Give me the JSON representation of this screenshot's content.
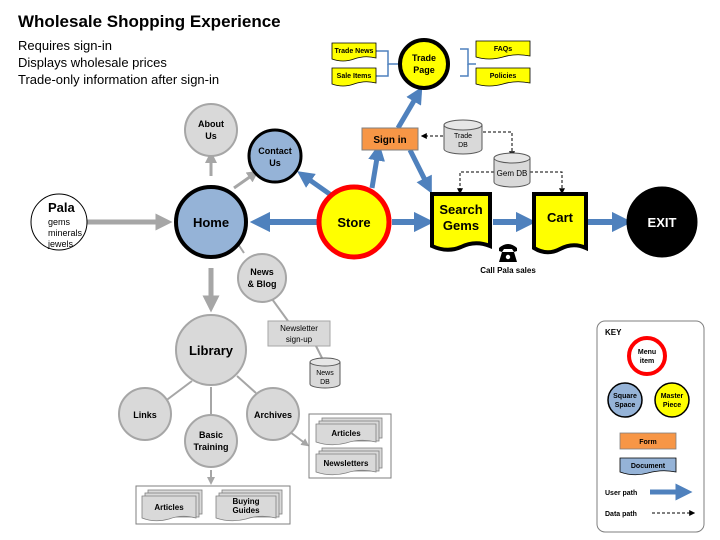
{
  "header": {
    "title": "Wholesale Shopping Experience",
    "lines": [
      "Requires sign-in",
      "Displays wholesale prices",
      "Trade-only information after sign-in"
    ]
  },
  "nodes": {
    "pala": {
      "title": "Pala",
      "lines": [
        "gems",
        "minerals",
        "jewels"
      ]
    },
    "home": "Home",
    "about": [
      "About",
      "Us"
    ],
    "contact": [
      "Contact",
      "Us"
    ],
    "news_blog": [
      "News",
      "& Blog"
    ],
    "newsletter_signup": [
      "Newsletter",
      "sign-up"
    ],
    "news_db": [
      "News",
      "DB"
    ],
    "library": "Library",
    "links": "Links",
    "basic_training": [
      "Basic",
      "Training"
    ],
    "archives": "Archives",
    "library_articles": "Articles",
    "buying_guides": [
      "Buying",
      "Guides"
    ],
    "archive_articles": "Articles",
    "newsletters": "Newsletters",
    "store": "Store",
    "sign_in": "Sign in",
    "trade_db": [
      "Trade",
      "DB"
    ],
    "gem_db": "Gem DB",
    "trade_page": [
      "Trade",
      "Page"
    ],
    "trade_news": "Trade News",
    "sale_items": "Sale Items",
    "faqs": "FAQs",
    "policies": "Policies",
    "search_gems": [
      "Search",
      "Gems"
    ],
    "cart": "Cart",
    "exit": "EXIT",
    "call_pala": "Call Pala sales"
  },
  "key": {
    "title": "KEY",
    "menu_item": [
      "Menu",
      "item"
    ],
    "square_space": [
      "Square",
      "Space"
    ],
    "master_piece": [
      "Master",
      "Piece"
    ],
    "form": "Form",
    "document": "Document",
    "user_path": "User path",
    "data_path": "Data path"
  },
  "colors": {
    "gray_fill": "#d9d9d9",
    "gray_line": "#a6a6a6",
    "blue_fill": "#95b3d7",
    "blue_arrow": "#4f81bd",
    "yellow": "#ffff00",
    "orange": "#f79646",
    "red": "#ff0000",
    "black": "#000000"
  }
}
